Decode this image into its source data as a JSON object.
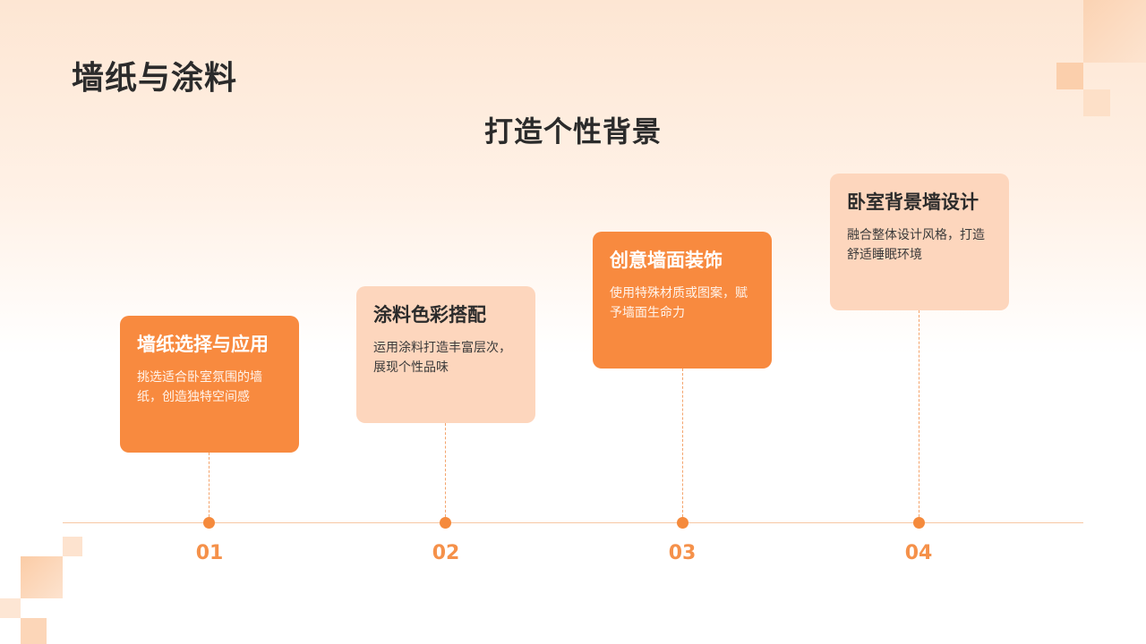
{
  "slide": {
    "title": "墙纸与涂料",
    "subtitle": "打造个性背景"
  },
  "steps": [
    {
      "number": "01",
      "title": "墙纸选择与应用",
      "description": "挑选适合卧室氛围的墙纸，创造独特空间感",
      "style": "dark"
    },
    {
      "number": "02",
      "title": "涂料色彩搭配",
      "description": "运用涂料打造丰富层次，展现个性品味",
      "style": "light"
    },
    {
      "number": "03",
      "title": "创意墙面装饰",
      "description": "使用特殊材质或图案，赋予墙面生命力",
      "style": "dark"
    },
    {
      "number": "04",
      "title": "卧室背景墙设计",
      "description": "融合整体设计风格，打造舒适睡眠环境",
      "style": "light"
    }
  ],
  "colors": {
    "accent_dark": "#f88a3f",
    "accent_light": "#fdd6bd",
    "step_number": "#f5914a",
    "title_text": "#2b2b2b"
  }
}
